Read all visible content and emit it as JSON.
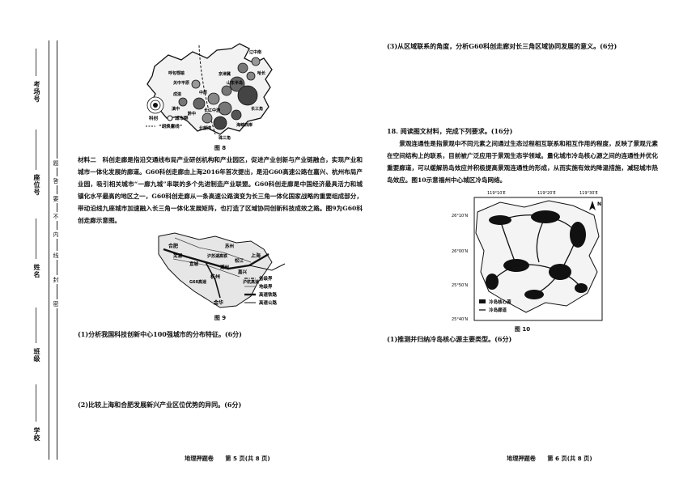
{
  "binding": {
    "exam_no": "考场号",
    "seat_no": "座位号",
    "name": "姓名",
    "class": "班级",
    "school": "学校",
    "seal_words": [
      "密",
      "封",
      "线",
      "内",
      "不",
      "要",
      "答",
      "题"
    ]
  },
  "left": {
    "fig8": {
      "legend_city": "城市群",
      "legend_corridor": "“胡焕庸线”",
      "legend_count": "科创",
      "cities": [
        "呼包鄂榆",
        "关中平原",
        "成渝",
        "北部湾",
        "滇中",
        "黔中",
        "长江中游",
        "长三角",
        "珠三角",
        "海峡西岸",
        "山东半岛",
        "京津冀",
        "哈长",
        "辽中南",
        "中原"
      ],
      "caption": "图 8"
    },
    "material_label": "材料二",
    "material_text": "科创走廊是指沿交通线布局产业研创机构和产业园区，促进产业创新与产业链融合，实现产业和城市一体化发展的廊道。G60科创走廊由上海2016年首次提出，是沿G60高速公路在嘉兴、杭州布局产业园，吸引相关城市“一廊九城”串联的多个先进制造产业联盟。G60科创走廊是中国经济最具活力和城镇化水平最高的地区之一，G60科创走廊从一条高速公路演变为长三角一体化国家战略的重要组成部分，带动沿线九座城市加速融入长三角一体化发展矩阵，也打造了区域协同创新科技成效之路。图9为G60科创走廊示意图。",
    "fig9": {
      "cities": [
        "合肥",
        "芜湖",
        "宣城",
        "湖州",
        "杭州",
        "嘉兴",
        "金华",
        "苏州",
        "上海",
        "松江"
      ],
      "labels": [
        "沪苏湖高铁",
        "G60高速",
        "沪杭高速"
      ],
      "legend": [
        "省级界",
        "地级界",
        "高速铁路",
        "高速公路"
      ],
      "caption": "图 9"
    },
    "q1": "(1)分析我国科技创新中心100强城市的分布特征。(6分)",
    "q2": "(2)比较上海和合肥发展新兴产业区位优势的异同。(6分)",
    "footer": "地理押题卷　　第 5 页(共 8 页)"
  },
  "right": {
    "q3": "(3)从区域联系的角度，分析G60科创走廊对长三角区域协同发展的意义。(6分)",
    "q18_title": "18. 阅读图文材料，完成下列要求。(16分)",
    "q18_text": "景观连通性是指景观中不同元素之间通过生态过程相互联系和相互作用的程度，反映了景观元素在空间结构上的联系，目前被广泛应用于景观生态学领域。量化城市冷岛核心源之间的连通性并优化重要廊道，可以缓解热岛效应并积极提高景观连通性的形成，从而实施有效的降温措施，减轻城市热岛效应。图10示意福州中心城区冷岛网络。",
    "fig10": {
      "lon_labels": [
        "119°10′E",
        "119°20′E",
        "119°30′E"
      ],
      "lat_labels": [
        "26°10′N",
        "26°00′N",
        "25°50′N",
        "25°40′N"
      ],
      "north": "N",
      "legend_core": "冷岛核心源",
      "legend_corridor": "冷岛廊道",
      "caption": "图 10"
    },
    "q18_1": "(1)推测并归纳冷岛核心源主要类型。(6分)",
    "footer": "地理押题卷　　第 6 页(共 8 页)"
  }
}
